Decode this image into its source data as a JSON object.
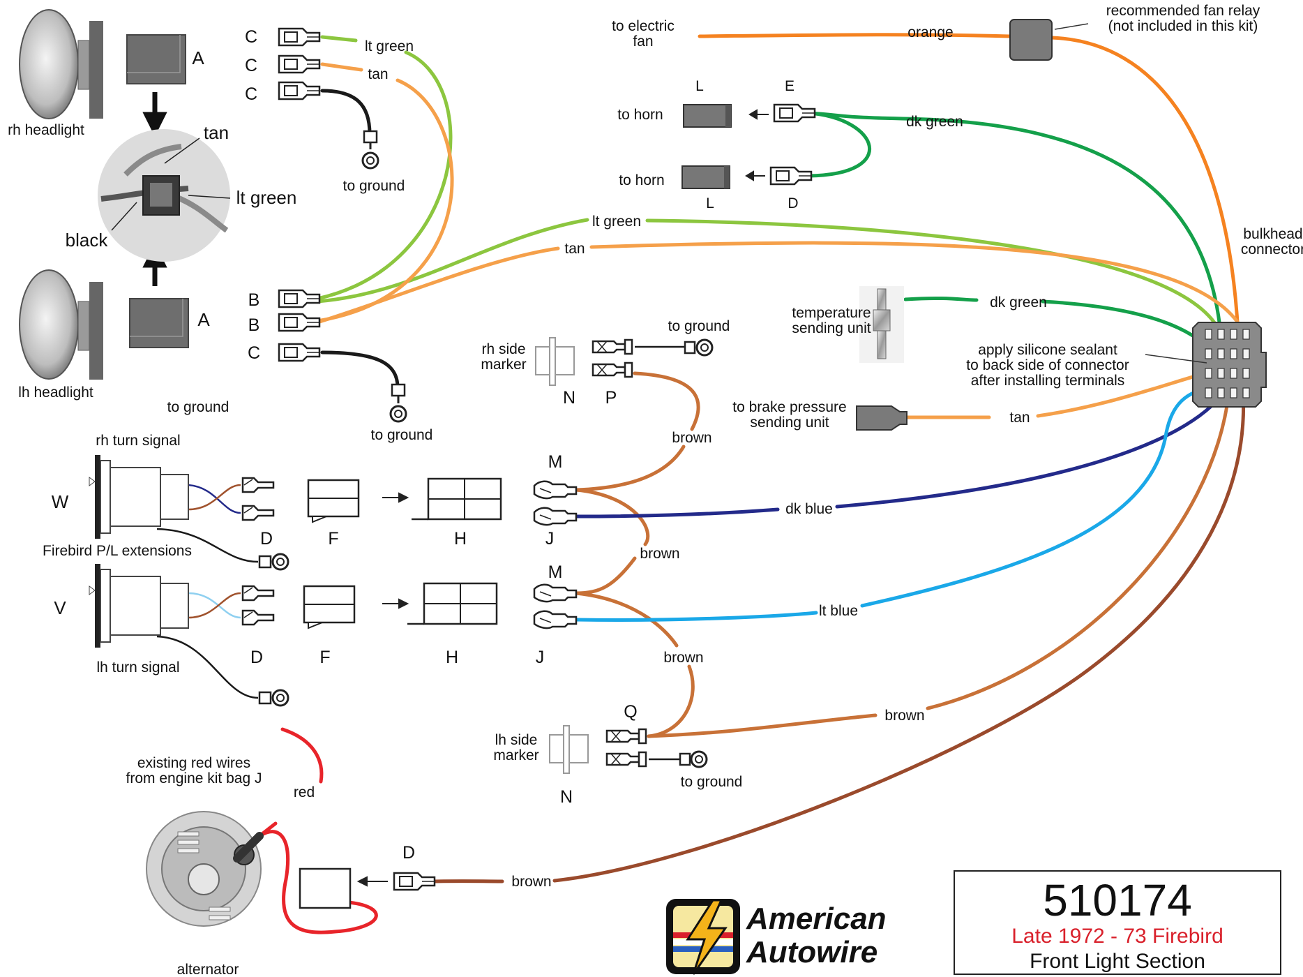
{
  "labels": {
    "to_electric_fan": "to electric",
    "to_electric_fan_2": "fan",
    "orange": "orange",
    "fan_relay_1": "recommended fan relay",
    "fan_relay_2": "(not included in this kit)",
    "L": "L",
    "E": "E",
    "D": "D",
    "to_horn": "to horn",
    "dk_green": "dk green",
    "lt_green": "lt green",
    "tan": "tan",
    "bulkhead_1": "bulkhead",
    "bulkhead_2": "connector",
    "temp_1": "temperature",
    "temp_2": "sending unit",
    "silicone_1": "apply silicone sealant",
    "silicone_2": "to back side of connector",
    "silicone_3": "after installing terminals",
    "brake_1": "to brake pressure",
    "brake_2": "sending unit",
    "rh_headlight": "rh headlight",
    "lh_headlight": "lh headlight",
    "A": "A",
    "B": "B",
    "C": "C",
    "black": "black",
    "to_ground": "to ground",
    "rh_side": "rh side",
    "lh_side": "lh side",
    "marker": "marker",
    "N": "N",
    "P": "P",
    "Q": "Q",
    "M": "M",
    "J": "J",
    "F": "F",
    "H": "H",
    "W": "W",
    "V": "V",
    "brown": "brown",
    "dk_blue": "dk blue",
    "lt_blue": "lt blue",
    "rh_turn_signal": "rh turn signal",
    "lh_turn_signal": "lh turn signal",
    "pl_ext": "Firebird P/L extensions",
    "existing_1": "existing red wires",
    "existing_2": "from engine kit bag J",
    "red": "red",
    "alternator": "alternator"
  },
  "title_box": {
    "part_number": "510174",
    "subtitle_1": "Late 1972 - 73 Firebird",
    "subtitle_2": "Front Light Section"
  },
  "brand": {
    "line_1": "American",
    "line_2": "Autowire"
  },
  "colors": {
    "lt_green": "#8cc63f",
    "tan": "#f5a04a",
    "orange": "#f58220",
    "dk_green": "#14a04a",
    "black": "#1a1a1a",
    "brown": "#c87137",
    "dark_brown": "#9a4a2c",
    "dk_blue": "#232a8a",
    "lt_blue": "#1aa8e8",
    "red": "#e8242a"
  }
}
